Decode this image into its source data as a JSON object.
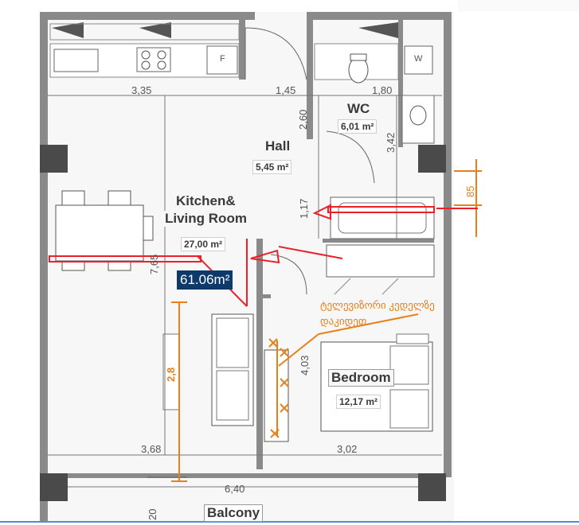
{
  "rooms": {
    "kitchen_name_1": "Kitchen&",
    "kitchen_name_2": "Living Room",
    "kitchen_area": "27,00 m²",
    "hall_name": "Hall",
    "hall_area": "5,45 m²",
    "wc_name": "WC",
    "wc_area": "6,01 m²",
    "bedroom_name": "Bedroom",
    "bedroom_area": "12,17 m²",
    "balcony_name": "Balcony"
  },
  "total_area": "61.06m²",
  "fixtures": {
    "fridge_label": "F",
    "washer_label": "W"
  },
  "dimensions": {
    "d_335": "3,35",
    "d_145": "1,45",
    "d_180": "1,80",
    "d_260": "2,60",
    "d_342": "3,42",
    "d_117": "1,17",
    "d_85": "85",
    "d_765": "7,65",
    "d_28": "2,8",
    "d_403": "4,03",
    "d_368": "3,68",
    "d_302": "3,02",
    "d_640": "6,40",
    "d_20": "20"
  },
  "annotation": {
    "line1": "ტელევიზორი კედელზე",
    "line2": "დაკიდეთ."
  },
  "colors": {
    "wall": "#6e6e6e",
    "markup_red": "#e8222a",
    "markup_orange": "#e8801a",
    "total_bg": "#0d3a6b"
  }
}
